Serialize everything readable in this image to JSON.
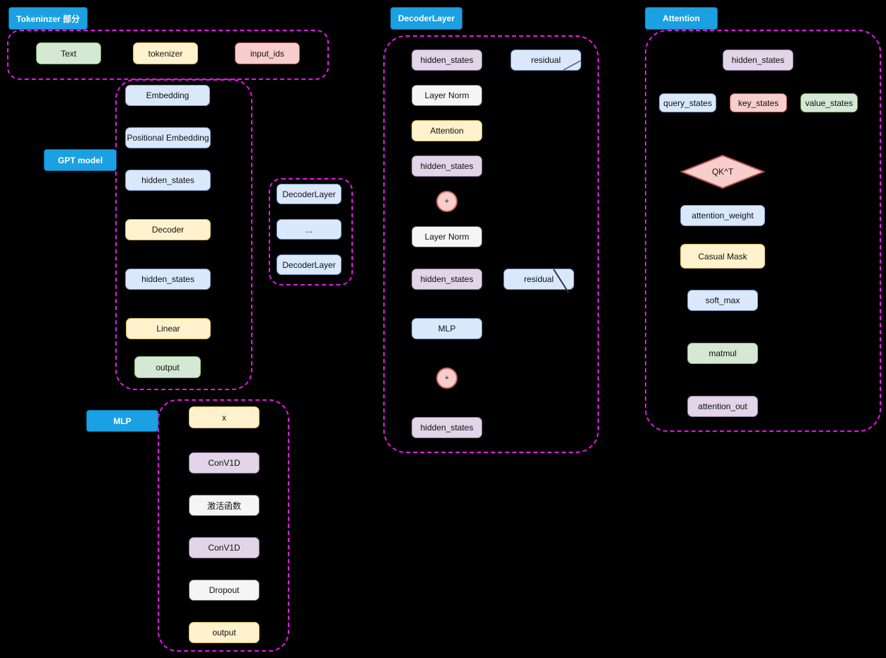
{
  "d": {
    "tokenizer": {
      "title": "Tokeninzer 部分",
      "nodes": {
        "text": "Text",
        "tokenizer": "tokenizer",
        "input_ids": "input_ids"
      }
    },
    "gpt": {
      "title": "GPT model",
      "nodes": {
        "embedding": "Embedding",
        "positional_embedding": "Positional Embedding",
        "hidden_states_1": "hidden_states",
        "decoder": "Decoder",
        "hidden_states_2": "hidden_states",
        "linear": "Linear",
        "output": "output"
      }
    },
    "decoder_stack": {
      "nodes": {
        "layer_top": "DecoderLayer",
        "ellipsis": "...",
        "layer_bottom": "DecoderLayer"
      }
    },
    "decoder_layer": {
      "title": "DecoderLayer",
      "nodes": {
        "hidden_states_in": "hidden_states",
        "residual_top": "residual",
        "layer_norm_1": "Layer Norm",
        "attention": "Attention",
        "hidden_states_mid": "hidden_states",
        "add_1": "+",
        "layer_norm_2": "Layer Norm",
        "hidden_states_post": "hidden_states",
        "residual_bottom": "residual",
        "mlp": "MLP",
        "add_2": "+",
        "hidden_states_out": "hidden_states"
      }
    },
    "attention": {
      "title": "Attention",
      "nodes": {
        "hidden_states": "hidden_states",
        "query_states": "query_states",
        "key_states": "key_states",
        "value_states": "value_states",
        "qkt": "QK^T",
        "attention_weight": "attention_weight",
        "casual_mask": "Casual Mask",
        "soft_max": "soft_max",
        "matmul": "matmul",
        "attention_out": "attention_out"
      }
    },
    "mlp": {
      "title": "MLP",
      "nodes": {
        "x": "x",
        "conv1d_1": "ConV1D",
        "activation": "激活函数",
        "conv1d_2": "ConV1D",
        "dropout": "Dropout",
        "output": "output"
      }
    }
  },
  "colors": {
    "background": "#000000",
    "header_fill": "#1ba1e2",
    "header_stroke": "#006eaf",
    "group_dash": "#e916e9",
    "blue_fill": "#dae8fc",
    "blue_stroke": "#6c8ebf",
    "green_fill": "#d5e8d4",
    "green_stroke": "#82b366",
    "yellow_fill": "#fff2cc",
    "yellow_stroke": "#d6b656",
    "red_fill": "#f8cecc",
    "red_stroke": "#b85450",
    "purple_fill": "#e1d5e7",
    "purple_stroke": "#9673a6",
    "gray_fill": "#f5f5f5",
    "gray_stroke": "#666666"
  }
}
